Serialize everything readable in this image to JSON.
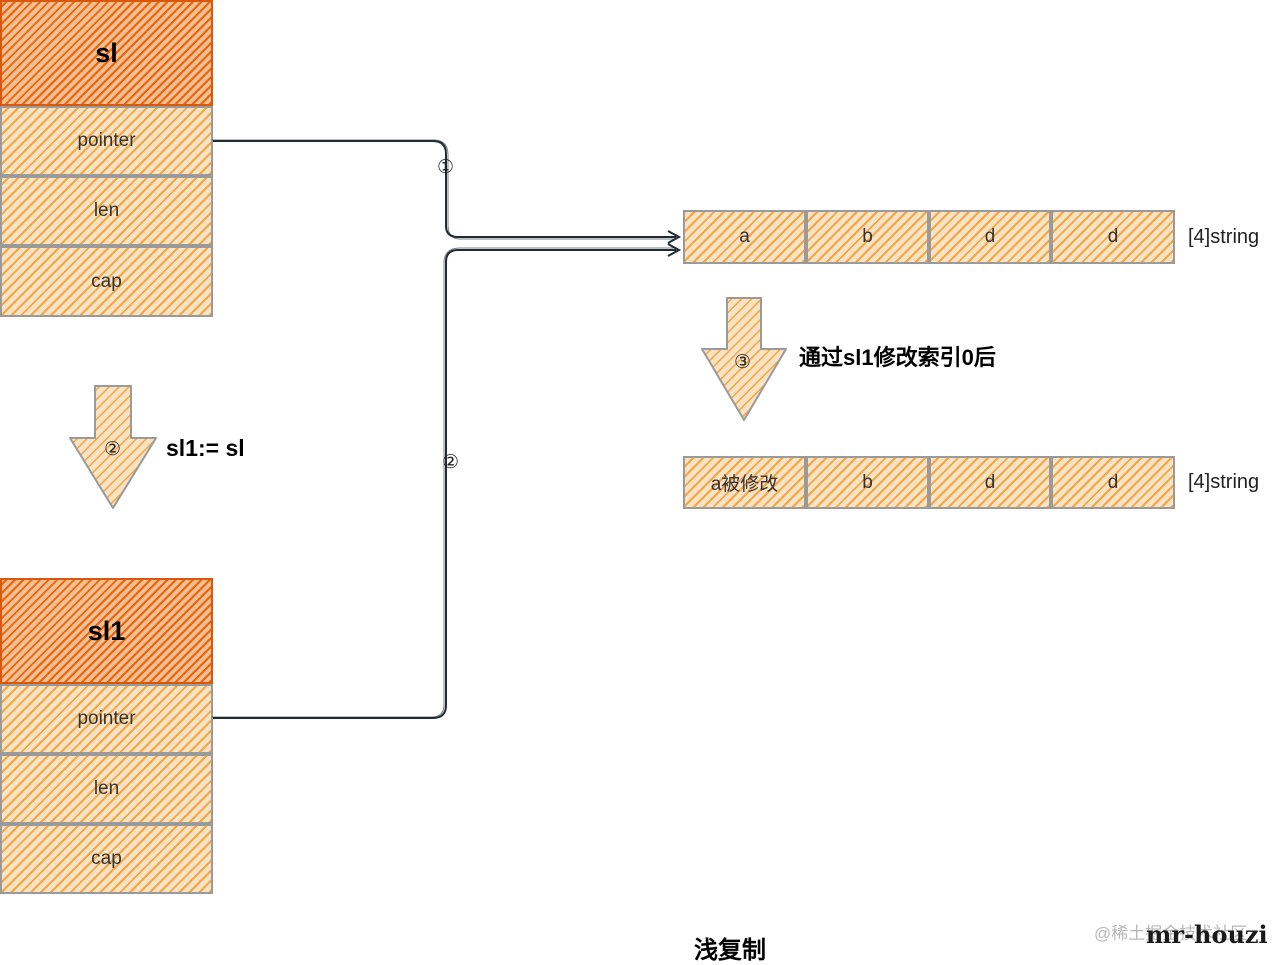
{
  "sl": {
    "title": "sl",
    "fields": [
      "pointer",
      "len",
      "cap"
    ]
  },
  "sl1": {
    "title": "sl1",
    "fields": [
      "pointer",
      "len",
      "cap"
    ]
  },
  "array_before": {
    "cells": [
      "a",
      "b",
      "d",
      "d"
    ],
    "type_label": "[4]string"
  },
  "array_after": {
    "cells": [
      "a被修改",
      "b",
      "d",
      "d"
    ],
    "type_label": "[4]string"
  },
  "steps": {
    "one": "①",
    "two_line": "②",
    "two_arrow": "②",
    "three": "③"
  },
  "assign_label": "sl1:= sl",
  "modify_label": "通过sl1修改索引0后",
  "caption": "浅复制",
  "watermark": "@稀土掘金技术社区",
  "author": "mr-houzi",
  "colors": {
    "header_fill": "#e8650f",
    "cell_fill": "#f0a64a",
    "border": "#9a9a9a",
    "line": "#1e2b33"
  }
}
